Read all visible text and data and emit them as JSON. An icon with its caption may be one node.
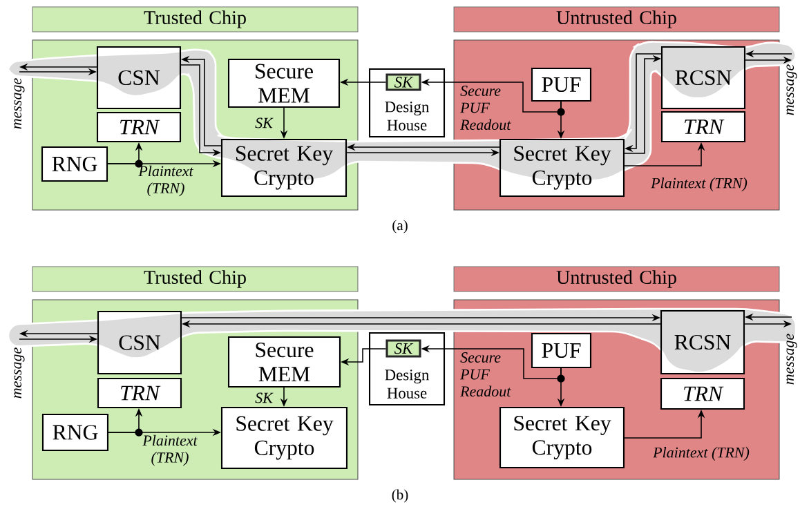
{
  "diagram": {
    "nodes": [
      {
        "text": [
          "Trusted Chip"
        ]
      },
      {
        "text": [
          "Untrusted Chip"
        ]
      },
      {
        "text": [],
        "shape": "box"
      },
      {
        "text": [
          "CSN"
        ],
        "in": 2
      },
      {
        "text": [
          "TRN"
        ],
        "in": 2
      },
      {
        "text": [
          "RNG"
        ],
        "in": 2
      },
      {
        "text": [
          "Secure MEM"
        ],
        "in": 2
      },
      {
        "text": [
          "Secret Key Crypto"
        ],
        "in": 2
      },
      {
        "text": [
          "Design House"
        ]
      },
      {
        "text": [
          "SK"
        ],
        "in": 8
      },
      {
        "text": [],
        "shape": "box"
      },
      {
        "text": [
          "PUF"
        ],
        "in": 10
      },
      {
        "text": [
          "RCSN"
        ],
        "in": 10
      },
      {
        "text": [
          "TRN"
        ],
        "in": 10
      },
      {
        "text": [
          "Secret Key Crypto"
        ],
        "in": 10
      },
      {
        "text": [
          "Trusted Chip"
        ]
      },
      {
        "text": [
          "Untrusted Chip"
        ]
      },
      {
        "text": [],
        "shape": "box"
      },
      {
        "text": [
          "CSN"
        ],
        "in": 17
      },
      {
        "text": [
          "TRN"
        ],
        "in": 17
      },
      {
        "text": [
          "RNG"
        ],
        "in": 17
      },
      {
        "text": [
          "Secure MEM"
        ],
        "in": 17
      },
      {
        "text": [
          "Secret Key Crypto"
        ],
        "in": 17
      },
      {
        "text": [
          "Design House"
        ]
      },
      {
        "text": [
          "SK"
        ],
        "in": 23
      },
      {
        "text": [],
        "shape": "box"
      },
      {
        "text": [
          "PUF"
        ],
        "in": 25
      },
      {
        "text": [
          "RCSN"
        ],
        "in": 25
      },
      {
        "text": [
          "TRN"
        ],
        "in": 25
      },
      {
        "text": [
          "Secret Key Crypto"
        ],
        "in": 25
      },
      {
        "text": [
          "message"
        ]
      },
      {
        "text": [
          "message"
        ]
      },
      {
        "text": [
          "message"
        ]
      },
      {
        "text": [
          "message"
        ]
      }
    ],
    "edges": [
      {
        "from": 3,
        "to": 30,
        "arrow": "to"
      },
      {
        "from": 30,
        "to": 3,
        "arrow": "to"
      },
      {
        "from": 7,
        "to": 3,
        "arrow": "to"
      },
      {
        "from": 3,
        "to": 7,
        "arrow": "to"
      },
      {
        "from": 14,
        "to": 7,
        "arrow": "to"
      },
      {
        "from": 7,
        "to": 14,
        "arrow": "to"
      },
      {
        "from": 12,
        "to": 14,
        "arrow": "to"
      },
      {
        "from": 14,
        "to": 12,
        "arrow": "to"
      },
      {
        "from": 31,
        "to": 12,
        "arrow": "to"
      },
      {
        "from": 12,
        "to": 31,
        "arrow": "to"
      },
      {
        "from": 9,
        "to": 6,
        "arrow": "to"
      },
      {
        "from": 6,
        "to": 7,
        "arrow": "to",
        "label": "SK"
      },
      {
        "from": 11,
        "to": 9,
        "arrow": "to",
        "label": "Secure PUF Readout"
      },
      {
        "from": 11,
        "to": 14,
        "arrow": "to"
      },
      {
        "from": 5,
        "to": 4,
        "arrow": "to"
      },
      {
        "from": 5,
        "to": 7,
        "arrow": "to",
        "label": "Plaintext (TRN)"
      },
      {
        "from": 14,
        "to": 13,
        "arrow": "to",
        "label": "Plaintext (TRN)"
      },
      {
        "from": 18,
        "to": 32,
        "arrow": "to"
      },
      {
        "from": 32,
        "to": 18,
        "arrow": "to"
      },
      {
        "from": 18,
        "to": 27,
        "arrow": "to"
      },
      {
        "from": 27,
        "to": 18,
        "arrow": "to"
      },
      {
        "from": 33,
        "to": 27,
        "arrow": "to"
      },
      {
        "from": 27,
        "to": 33,
        "arrow": "to"
      },
      {
        "from": 24,
        "to": 21,
        "arrow": "to"
      },
      {
        "from": 21,
        "to": 22,
        "arrow": "to",
        "label": "SK"
      },
      {
        "from": 26,
        "to": 24,
        "arrow": "to",
        "label": "Secure PUF Readout"
      },
      {
        "from": 26,
        "to": 29,
        "arrow": "to"
      },
      {
        "from": 20,
        "to": 19,
        "arrow": "to"
      },
      {
        "from": 20,
        "to": 22,
        "arrow": "to",
        "label": "Plaintext (TRN)"
      },
      {
        "from": 29,
        "to": 28,
        "arrow": "to",
        "label": "Plaintext (TRN)"
      }
    ],
    "labels": [
      "(a)",
      "(b)"
    ]
  }
}
